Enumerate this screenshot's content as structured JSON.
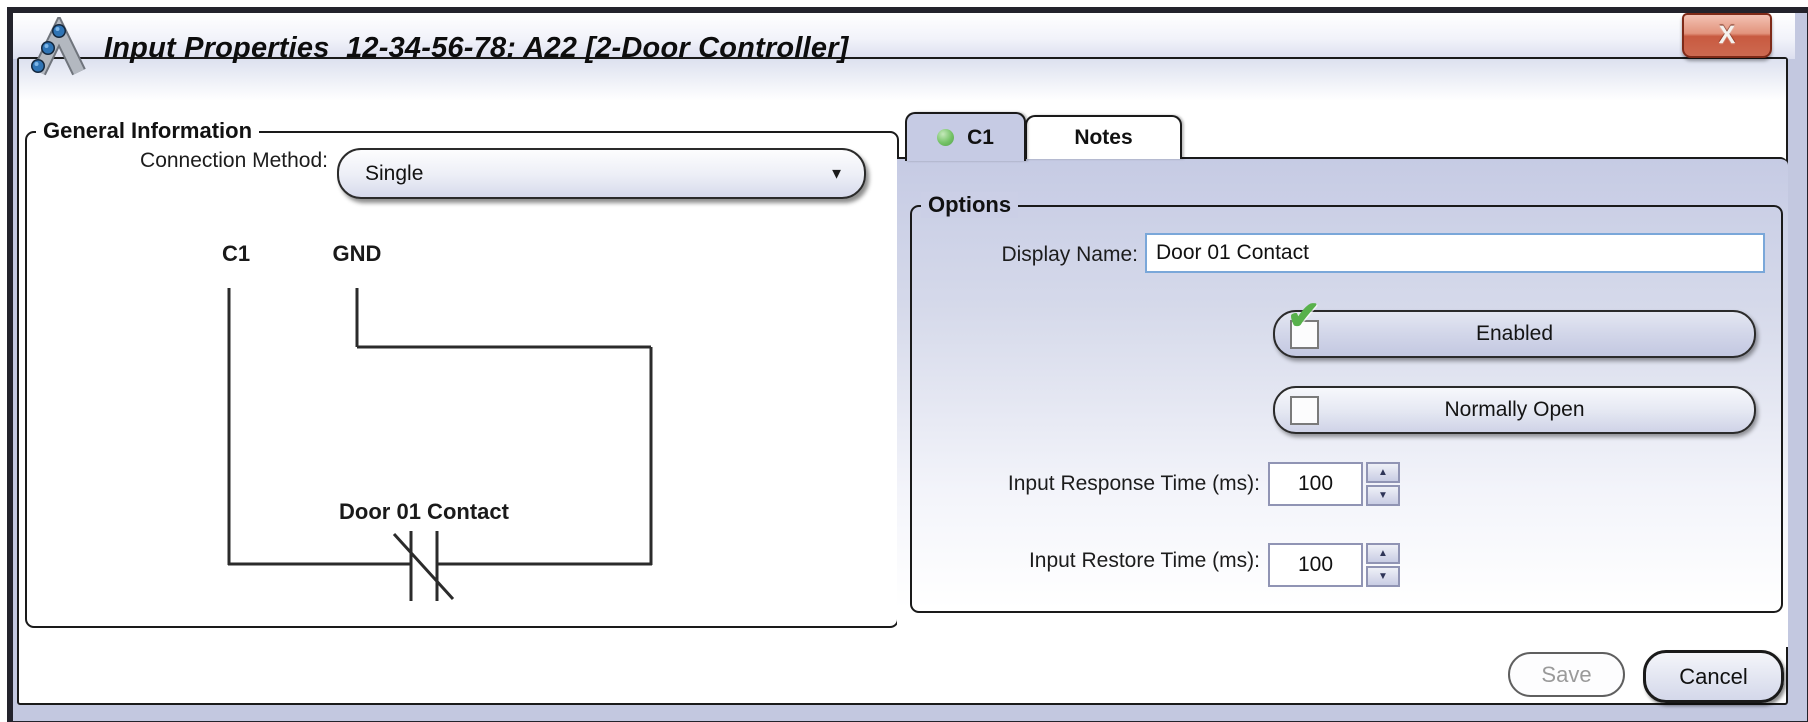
{
  "window": {
    "title": "Input Properties  12-34-56-78: A22 [2-Door Controller]"
  },
  "icons": {
    "close": "X",
    "dropdown_arrow": "▼",
    "spin_up": "▲",
    "spin_down": "▼",
    "check": "✔"
  },
  "general": {
    "legend": "General Information",
    "connection_method": {
      "label": "Connection Method:",
      "value": "Single"
    },
    "diagram": {
      "terminal_left": "C1",
      "terminal_right": "GND",
      "contact_label": "Door 01 Contact"
    }
  },
  "tabs": [
    {
      "label": "C1",
      "active": true,
      "has_status_dot": true
    },
    {
      "label": "Notes",
      "active": false
    }
  ],
  "options": {
    "legend": "Options",
    "display_name_label": "Display Name:",
    "display_name_value": "Door 01 Contact",
    "enabled_label": "Enabled",
    "enabled_checked": true,
    "normally_open_label": "Normally Open",
    "normally_open_checked": false,
    "response_time_label": "Input Response Time (ms):",
    "response_time_value": "100",
    "restore_time_label": "Input Restore Time (ms):",
    "restore_time_value": "100"
  },
  "footer": {
    "save_label": "Save",
    "save_enabled": false,
    "cancel_label": "Cancel"
  },
  "colors": {
    "close_red": "#c85a40",
    "status_green": "#74c266",
    "check_green": "#58b14c",
    "input_border_blue": "#7aa7d9",
    "panel_lavender": "#c6cbe4",
    "frame_border": "#23232c"
  }
}
